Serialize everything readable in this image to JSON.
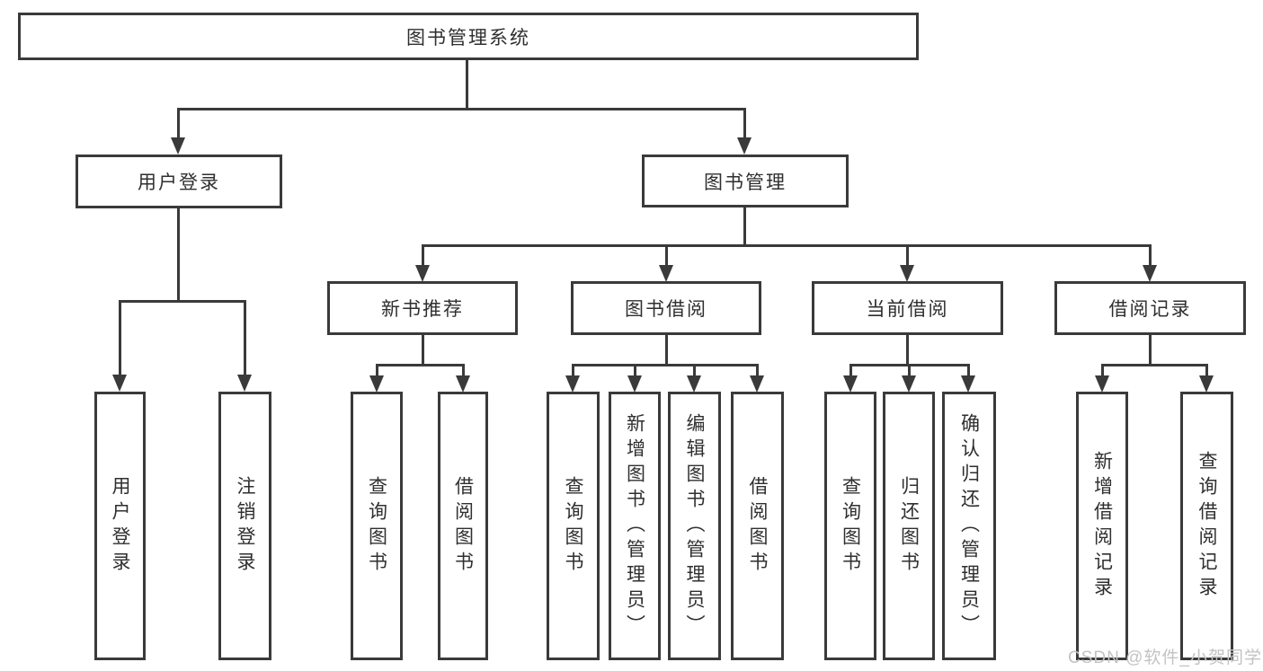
{
  "tree": {
    "root": "图书管理系统",
    "level2": {
      "user_login": "用户登录",
      "book_mgmt": "图书管理"
    },
    "level3": {
      "new_book_recommend": "新书推荐",
      "book_borrow": "图书借阅",
      "current_borrow": "当前借阅",
      "borrow_records": "借阅记录"
    },
    "leaves": {
      "user_login": [
        "用户登录",
        "注销登录"
      ],
      "new_book_recommend": [
        "查询图书",
        "借阅图书"
      ],
      "book_borrow": [
        "查询图书",
        "新增图书（管理员）",
        "编辑图书（管理员）",
        "借阅图书"
      ],
      "current_borrow": [
        "查询图书",
        "归还图书",
        "确认归还（管理员）"
      ],
      "borrow_records": [
        "新增借阅记录",
        "查询借阅记录"
      ]
    }
  },
  "watermark": "CSDN @软件_小贺同学",
  "colors": {
    "line": "#3a3a3a",
    "text": "#2f2f2f",
    "box_bg": "#ffffff",
    "watermark": "#c3c3c3"
  }
}
